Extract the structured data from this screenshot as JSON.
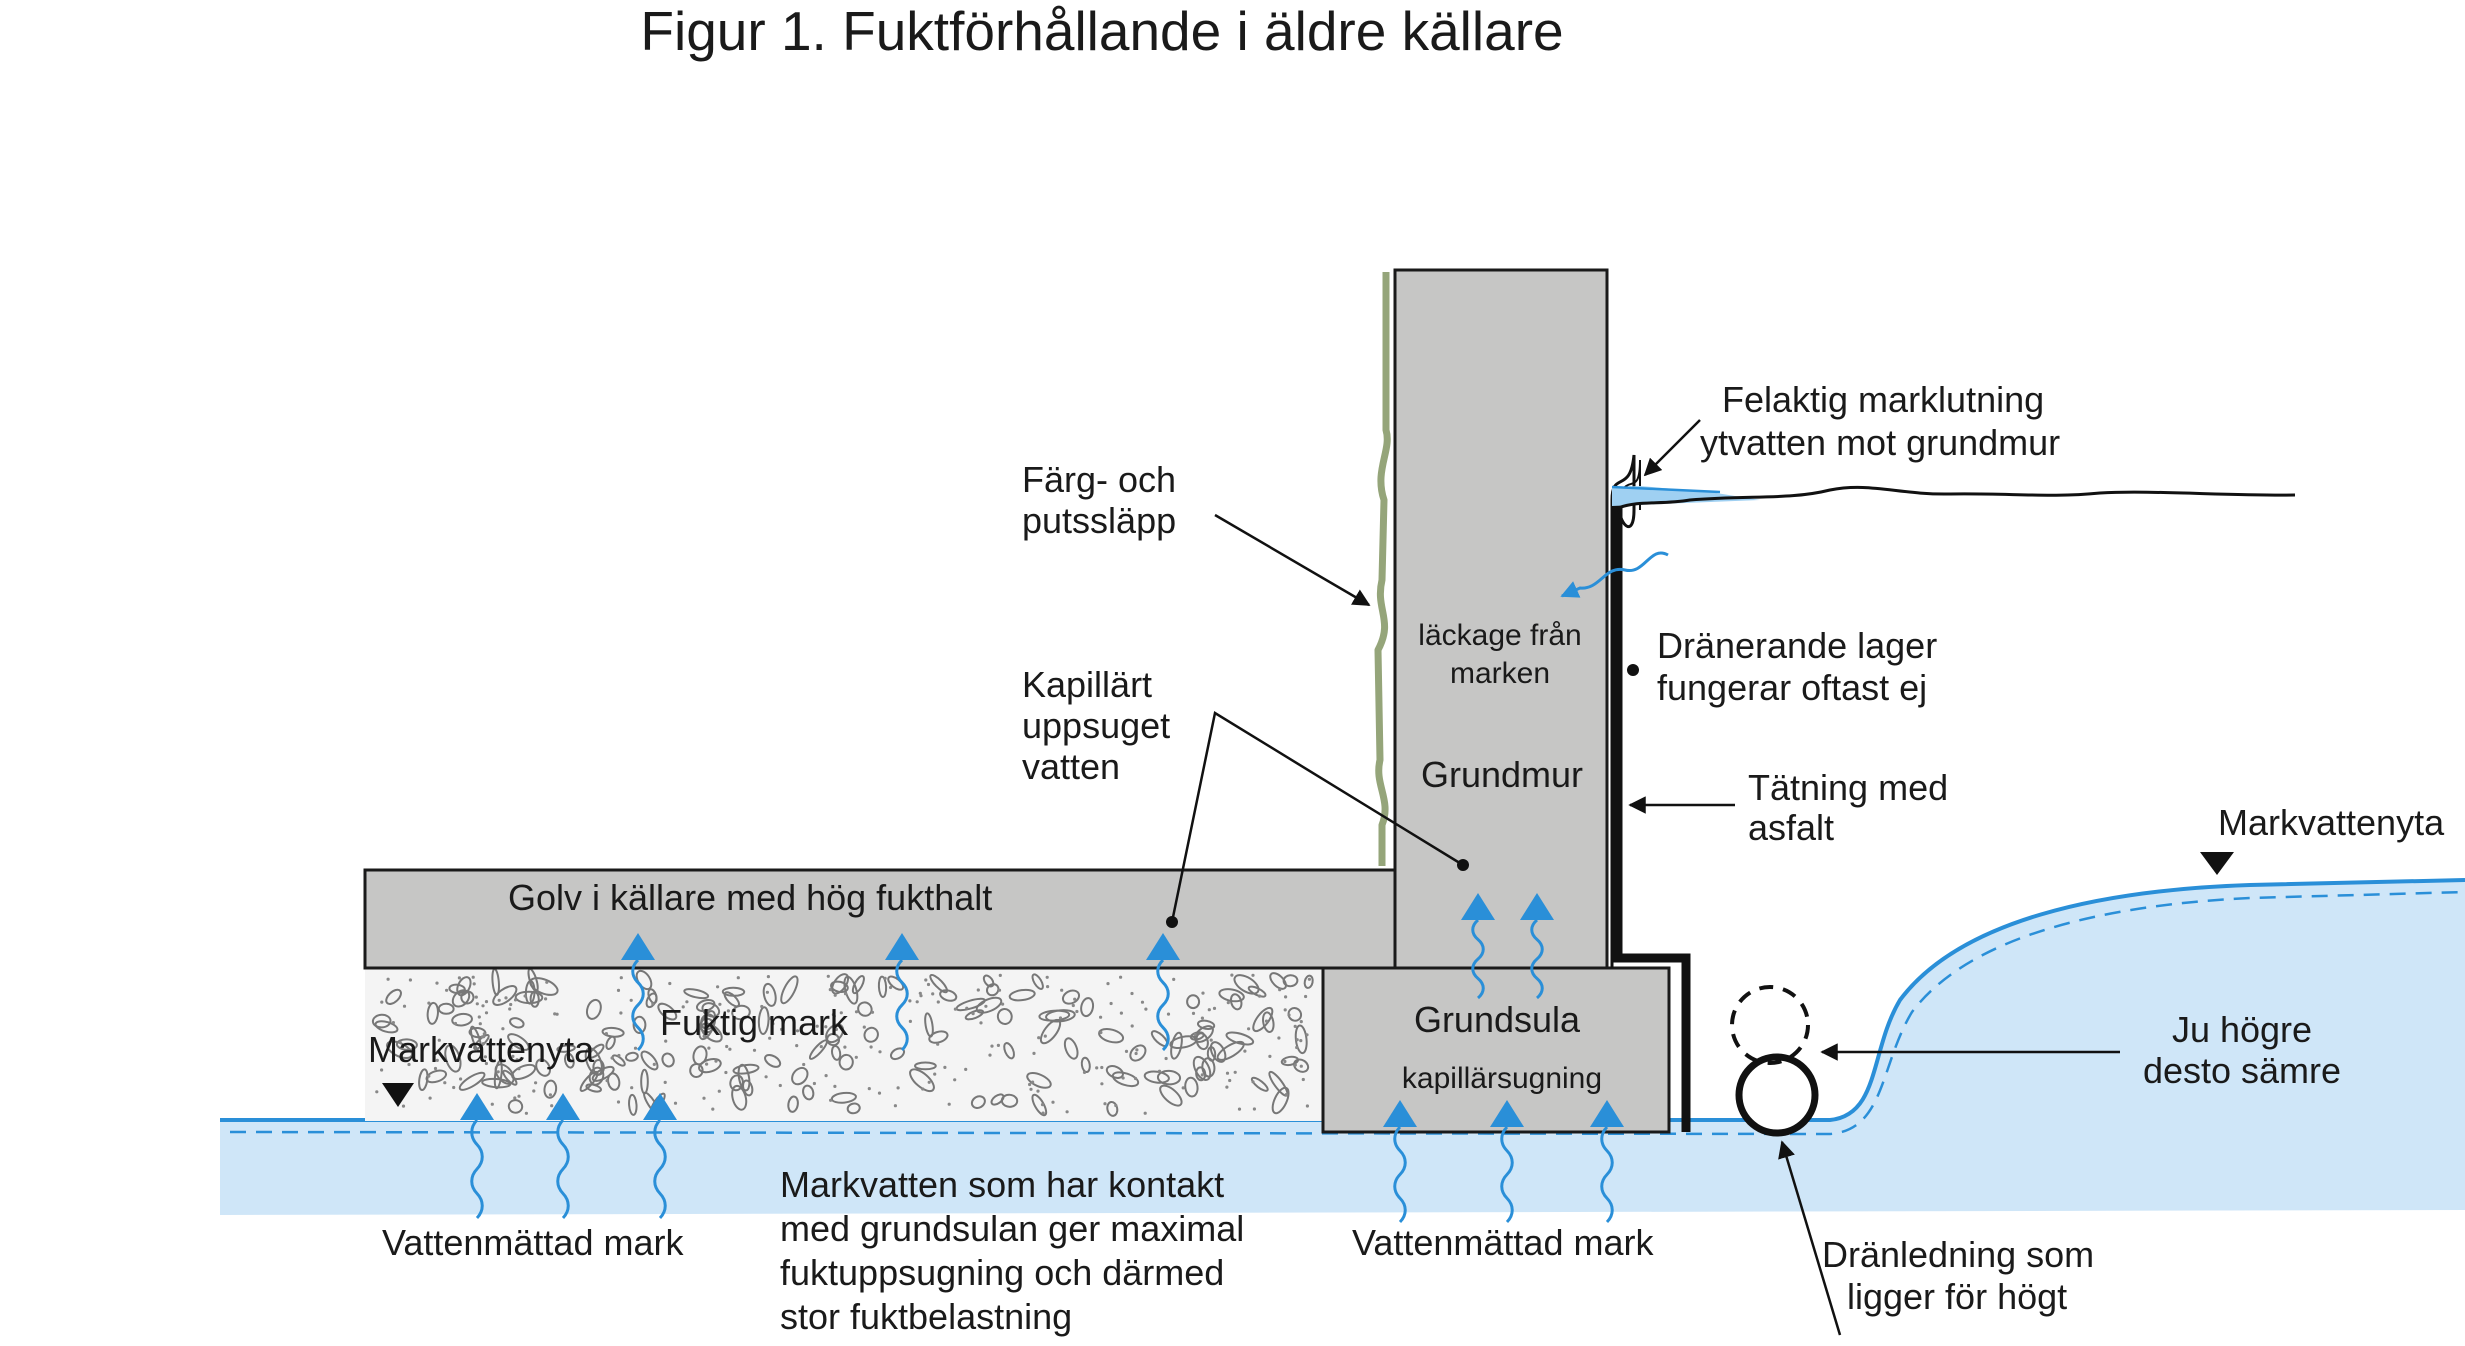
{
  "title": "Figur 1. Fuktförhållande i äldre källare",
  "labels": {
    "farg_line1": "Färg- och",
    "farg_line2": "putssläpp",
    "felaktig_line1": "Felaktig marklutning",
    "felaktig_line2": "ytvatten mot grundmur",
    "lackage_line1": "läckage från",
    "lackage_line2": "marken",
    "dranerande_line1": "Dränerande lager",
    "dranerande_line2": "fungerar oftast ej",
    "kapillart_line1": "Kapillärt",
    "kapillart_line2": "uppsuget",
    "kapillart_line3": "vatten",
    "grundmur": "Grundmur",
    "tatning_line1": "Tätning med",
    "tatning_line2": "asfalt",
    "markvattenyta_right": "Markvattenyta",
    "golv": "Golv i källare med hög fukthalt",
    "fuktig_mark": "Fuktig mark",
    "grundsula": "Grundsula",
    "kapillarsugning": "kapillärsugning",
    "markvattenyta_left": "Markvattenyta",
    "ju_line1": "Ju högre",
    "ju_line2": "desto sämre",
    "vattenmattad_left": "Vattenmättad mark",
    "markvatten_line1": "Markvatten som har kontakt",
    "markvatten_line2": "med grundsulan ger maximal",
    "markvatten_line3": "fuktuppsugning och därmed",
    "markvatten_line4": "stor fuktbelastning",
    "vattenmattad_mid": "Vattenmättad mark",
    "dranledning_line1": "Dränledning som",
    "dranledning_line2": "ligger för högt"
  },
  "colors": {
    "water": "#cfe6f8",
    "water_line": "#2a8fd8",
    "arrow_blue": "#2a8fd8",
    "concrete": "#c6c6c5",
    "paint": "#95a57a"
  }
}
